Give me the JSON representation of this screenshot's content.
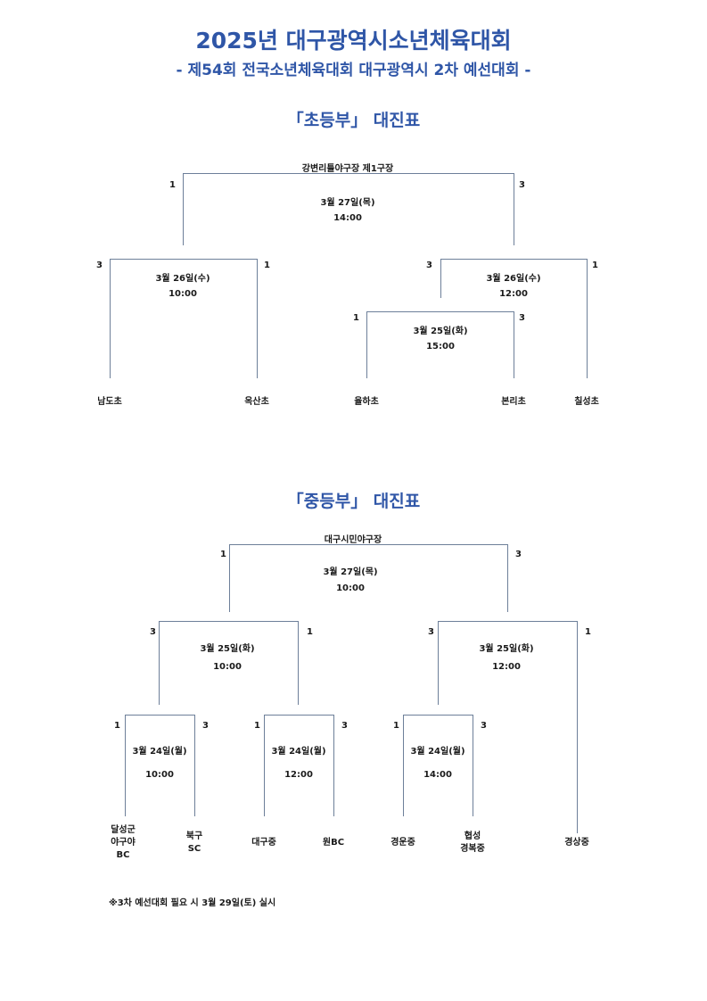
{
  "header": {
    "title": "2025년 대구광역시소년체육대회",
    "subtitle": "- 제54회 전국소년체육대회 대구광역시 2차 예선대회 -"
  },
  "elementary": {
    "heading": "「초등부」 대진표",
    "venue": "강변리틀야구장 제1구장",
    "final": {
      "date": "3월 27일(목)",
      "time": "14:00",
      "left_score": "1",
      "right_score": "3"
    },
    "semi_left": {
      "date": "3월 26일(수)",
      "time": "10:00",
      "left_score": "3",
      "right_score": "1"
    },
    "semi_right": {
      "date": "3월 26일(수)",
      "time": "12:00",
      "left_score": "3",
      "right_score": "1"
    },
    "quarter": {
      "date": "3월 25일(화)",
      "time": "15:00",
      "left_score": "1",
      "right_score": "3"
    },
    "teams": [
      "남도초",
      "옥산초",
      "율하초",
      "본리초",
      "칠성초"
    ]
  },
  "middle": {
    "heading": "「중등부」 대진표",
    "venue": "대구시민야구장",
    "final": {
      "date": "3월 27일(목)",
      "time": "10:00",
      "left_score": "1",
      "right_score": "3"
    },
    "semi_left": {
      "date": "3월 25일(화)",
      "time": "10:00",
      "left_score": "3",
      "right_score": "1"
    },
    "semi_right": {
      "date": "3월 25일(화)",
      "time": "12:00",
      "left_score": "3",
      "right_score": "1"
    },
    "r1_a": {
      "date": "3월 24일(월)",
      "time": "10:00",
      "left_score": "1",
      "right_score": "3"
    },
    "r1_b": {
      "date": "3월 24일(월)",
      "time": "12:00",
      "left_score": "1",
      "right_score": "3"
    },
    "r1_c": {
      "date": "3월 24일(월)",
      "time": "14:00",
      "left_score": "1",
      "right_score": "3"
    },
    "teams": [
      [
        "달성군",
        "야구야",
        "BC"
      ],
      [
        "북구",
        "SC"
      ],
      [
        "대구중"
      ],
      [
        "원BC"
      ],
      [
        "경운중"
      ],
      [
        "협성",
        "경복중"
      ],
      [
        "경상중"
      ]
    ]
  },
  "footnote": "※3차 예선대회 필요 시 3월 29일(토) 실시"
}
